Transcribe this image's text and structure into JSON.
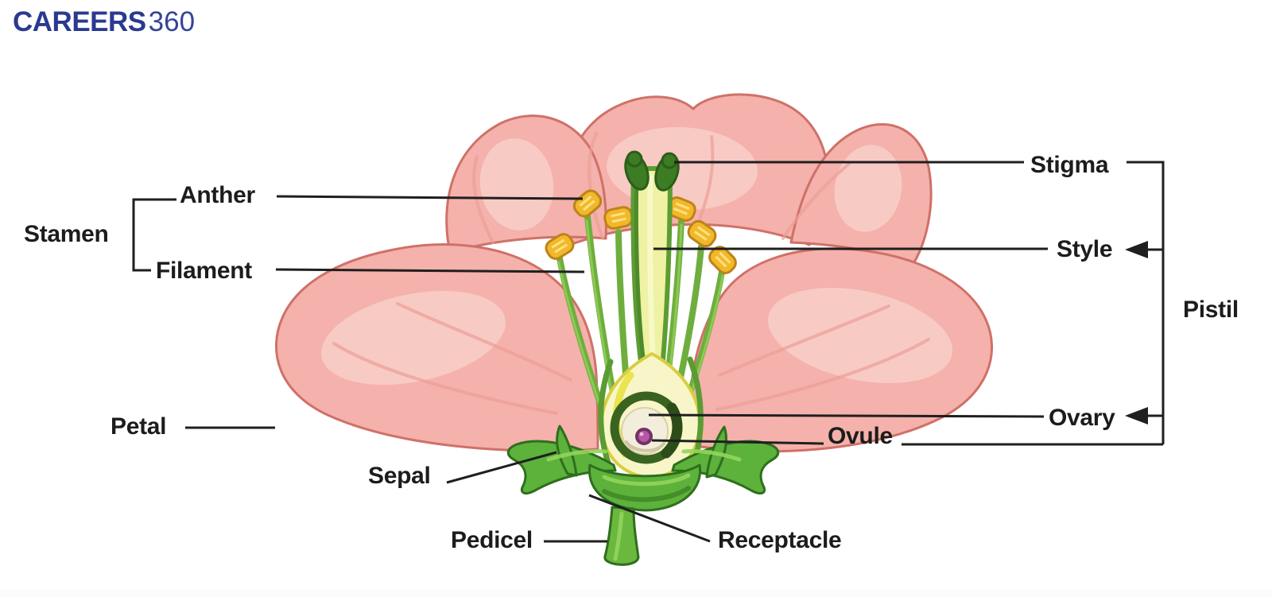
{
  "logo": {
    "brand": "CAREERS",
    "suffix": "360",
    "color": "#2b3990"
  },
  "labels": {
    "stamen": "Stamen",
    "anther": "Anther",
    "filament": "Filament",
    "petal": "Petal",
    "sepal": "Sepal",
    "pedicel": "Pedicel",
    "receptacle": "Receptacle",
    "ovule": "Ovule",
    "ovary": "Ovary",
    "style": "Style",
    "stigma": "Stigma",
    "pistil": "Pistil"
  },
  "groups": {
    "stamen_bracket": {
      "group_label": "Stamen",
      "members": [
        "Anther",
        "Filament"
      ]
    },
    "pistil_bracket": {
      "group_label": "Pistil",
      "members": [
        "Stigma",
        "Style",
        "Ovary"
      ]
    }
  },
  "colors": {
    "background": "#ffffff",
    "label_text": "#1c1c1c",
    "connector_line": "#1f1f1f",
    "logo_navy": "#2b3990",
    "petal_fill": "#f5b1ab",
    "petal_outline": "#cf7168",
    "petal_highlight": "#f8cfc9",
    "petal_streak": "#eb9f97",
    "filament_green": "#6fae3e",
    "anther_gold": "#f3b82a",
    "anther_outline": "#bc831b",
    "anther_highlight": "#fbe282",
    "stigma_green": "#3c7c24",
    "style_pale_yellow": "#eef2a2",
    "style_edge_green": "#5d9c33",
    "ovary_pale": "#f8f6c8",
    "ovary_yellow_rim": "#e9e44f",
    "ovary_dark_ring": "#3a6320",
    "ovule_cream": "#f3eedc",
    "ovule_purple": "#b357a6",
    "sepal_green": "#5cb23a",
    "sepal_outline": "#2f6e1e",
    "stem_green": "#6ab83e",
    "stem_highlight": "#9ad65e"
  }
}
